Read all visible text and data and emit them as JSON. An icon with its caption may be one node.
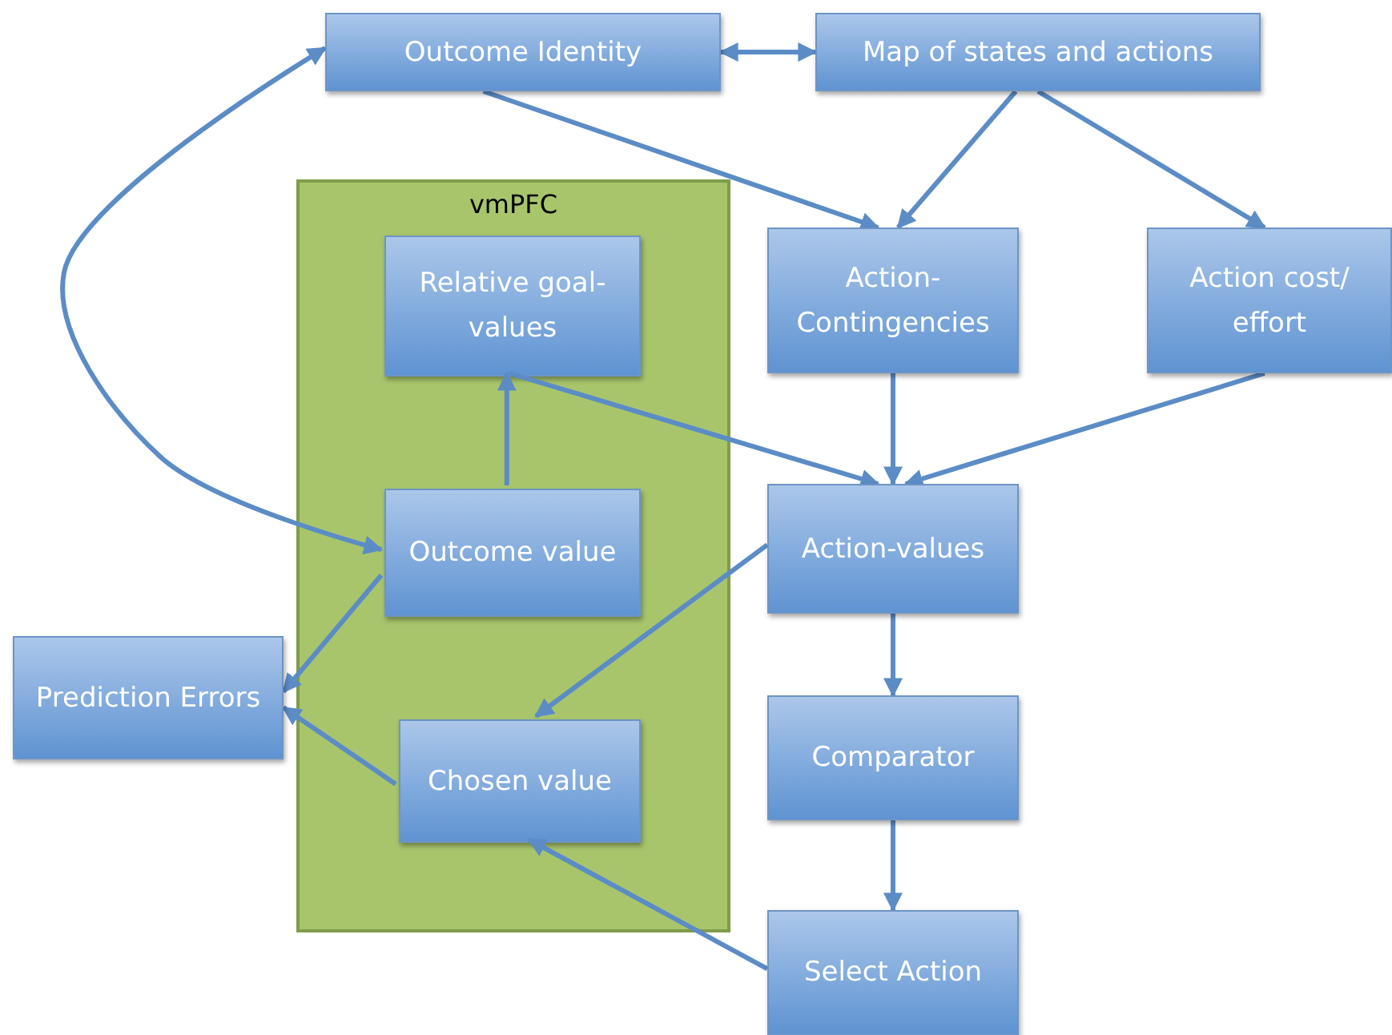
{
  "diagram": {
    "nodes": [
      {
        "text": [
          "Outcome Identity"
        ]
      },
      {
        "text": [
          "Map of states and actions"
        ]
      },
      {
        "text": [
          "vmPFC"
        ]
      },
      {
        "text": [
          "Relative goal-values"
        ],
        "in": 2
      },
      {
        "text": [
          "Outcome value"
        ],
        "in": 2
      },
      {
        "text": [
          "Chosen value"
        ],
        "in": 2
      },
      {
        "text": [
          "Action-Contingencies"
        ]
      },
      {
        "text": [
          "Action cost/ effort"
        ]
      },
      {
        "text": [
          "Action-values"
        ]
      },
      {
        "text": [
          "Prediction Errors"
        ]
      },
      {
        "text": [
          "Comparator"
        ]
      },
      {
        "text": [
          "Select Action"
        ]
      }
    ],
    "edges": [
      {
        "from": 0,
        "to": 1,
        "arrow": "both"
      },
      {
        "from": 0,
        "to": 6,
        "arrow": "to"
      },
      {
        "from": 1,
        "to": 6,
        "arrow": "to"
      },
      {
        "from": 1,
        "to": 7,
        "arrow": "to"
      },
      {
        "from": 6,
        "to": 8,
        "arrow": "to"
      },
      {
        "from": 7,
        "to": 8,
        "arrow": "to"
      },
      {
        "from": 3,
        "to": 8,
        "arrow": "to"
      },
      {
        "from": 4,
        "to": 3,
        "arrow": "to"
      },
      {
        "from": 4,
        "to": 0,
        "arrow": "both"
      },
      {
        "from": 4,
        "to": 9,
        "arrow": "to"
      },
      {
        "from": 5,
        "to": 9,
        "arrow": "to"
      },
      {
        "from": 8,
        "to": 5,
        "arrow": "to"
      },
      {
        "from": 8,
        "to": 10,
        "arrow": "to"
      },
      {
        "from": 10,
        "to": 11,
        "arrow": "to"
      },
      {
        "from": 11,
        "to": 5,
        "arrow": "to"
      }
    ]
  }
}
